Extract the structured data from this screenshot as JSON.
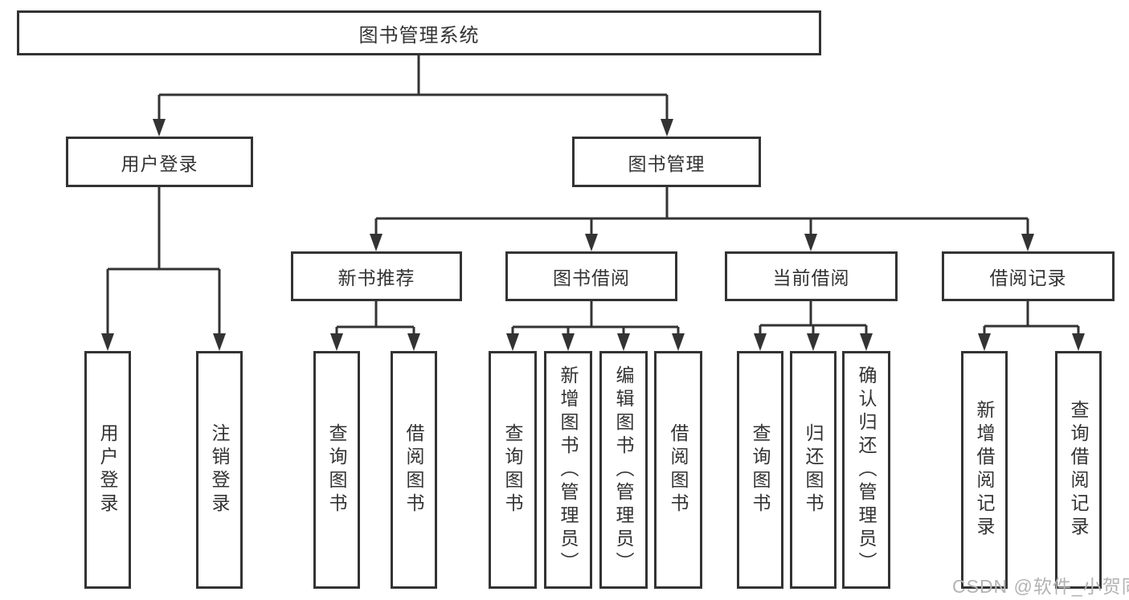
{
  "tree": {
    "root": {
      "label": "图书管理系统",
      "children": [
        {
          "label": "用户登录",
          "children": [
            {
              "label": "用户登录"
            },
            {
              "label": "注销登录"
            }
          ]
        },
        {
          "label": "图书管理",
          "children": [
            {
              "label": "新书推荐",
              "children": [
                {
                  "label": "查询图书"
                },
                {
                  "label": "借阅图书"
                }
              ]
            },
            {
              "label": "图书借阅",
              "children": [
                {
                  "label": "查询图书"
                },
                {
                  "label": "新增图书（管理员）"
                },
                {
                  "label": "编辑图书（管理员）"
                },
                {
                  "label": "借阅图书"
                }
              ]
            },
            {
              "label": "当前借阅",
              "children": [
                {
                  "label": "查询图书"
                },
                {
                  "label": "归还图书"
                },
                {
                  "label": "确认归还（管理员）"
                }
              ]
            },
            {
              "label": "借阅记录",
              "children": [
                {
                  "label": "新增借阅记录"
                },
                {
                  "label": "查询借阅记录"
                }
              ]
            }
          ]
        }
      ]
    }
  },
  "watermark": {
    "text": "CSDN @软件_小贺同学"
  },
  "colors": {
    "line": "#333333",
    "box_border": "#333333",
    "text": "#333333",
    "watermark": "#b3b3b3",
    "background": "#ffffff"
  }
}
